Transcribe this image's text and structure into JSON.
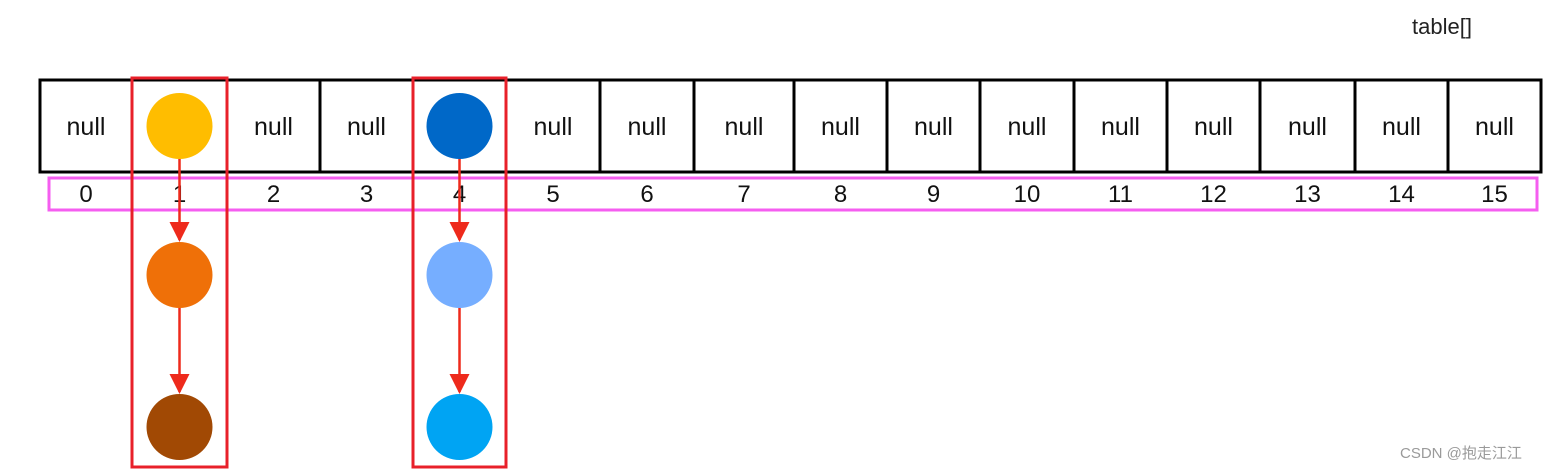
{
  "array": {
    "title": "table[]",
    "cells": [
      {
        "index": "0",
        "label": "null"
      },
      {
        "index": "1",
        "label": "",
        "node_color": "#FFBD00"
      },
      {
        "index": "2",
        "label": "null"
      },
      {
        "index": "3",
        "label": "null"
      },
      {
        "index": "4",
        "label": "",
        "node_color": "#0068C8"
      },
      {
        "index": "5",
        "label": "null"
      },
      {
        "index": "6",
        "label": "null"
      },
      {
        "index": "7",
        "label": "null"
      },
      {
        "index": "8",
        "label": "null"
      },
      {
        "index": "9",
        "label": "null"
      },
      {
        "index": "10",
        "label": "null"
      },
      {
        "index": "11",
        "label": "null"
      },
      {
        "index": "12",
        "label": "null"
      },
      {
        "index": "13",
        "label": "null"
      },
      {
        "index": "14",
        "label": "null"
      },
      {
        "index": "15",
        "label": "null"
      }
    ]
  },
  "chains": [
    {
      "bucket": 1,
      "node_colors": [
        "#EF7008",
        "#A14904"
      ]
    },
    {
      "bucket": 4,
      "node_colors": [
        "#76AEFF",
        "#00A4F3"
      ]
    }
  ],
  "colors": {
    "cell_border": "#000000",
    "highlight_border": "#E8202A",
    "index_row_border": "#F55EF0",
    "arrow": "#EE2A1C"
  },
  "watermark": "CSDN @抱走江江"
}
